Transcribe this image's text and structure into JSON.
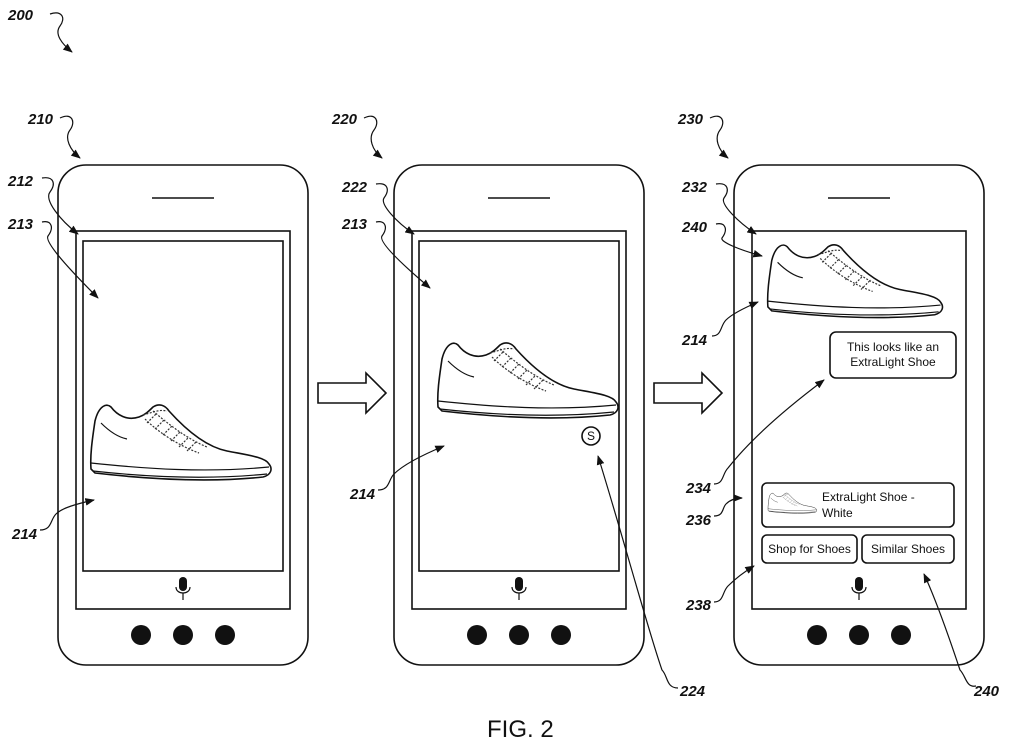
{
  "figure": {
    "caption": "FIG. 2",
    "ref_main": "200"
  },
  "phones": [
    {
      "ref": "210",
      "labels": {
        "screen": "212",
        "viewfinder": "213",
        "object": "214"
      }
    },
    {
      "ref": "220",
      "labels": {
        "screen": "222",
        "viewfinder": "213",
        "object": "214",
        "indicator": "224"
      },
      "indicator_letter": "S"
    },
    {
      "ref": "230",
      "labels": {
        "screen": "232",
        "top_image": "240",
        "object": "214",
        "bubble": "234",
        "result": "236",
        "actions": "238",
        "chips": "240"
      },
      "bubble_lines": [
        "This looks like an",
        "ExtraLight Shoe"
      ],
      "result_card": {
        "line1": "ExtraLight Shoe -",
        "line2": "White"
      },
      "chips": [
        "Shop for Shoes",
        "Similar Shoes"
      ]
    }
  ]
}
